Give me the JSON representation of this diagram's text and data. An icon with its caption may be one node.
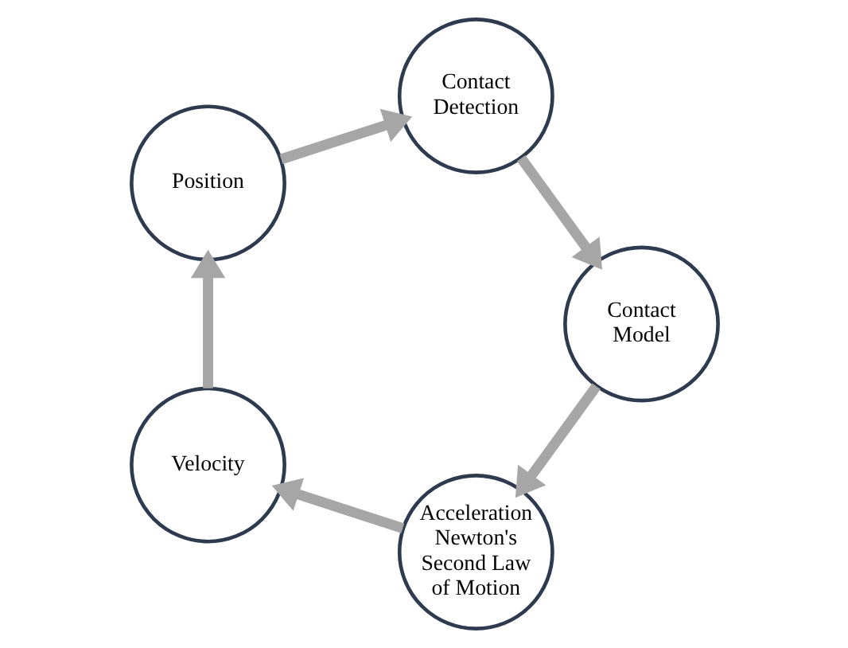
{
  "diagram": {
    "nodes": [
      {
        "text": [
          "Acceleration Newton's Second Law of Motion"
        ]
      },
      {
        "text": [
          "Contact Model"
        ]
      },
      {
        "text": [
          "Velocity"
        ]
      },
      {
        "text": [
          "Contact Detection"
        ]
      },
      {
        "text": [
          "Position"
        ]
      }
    ],
    "edges": [
      {
        "from": 0,
        "to": 2,
        "arrow": "to"
      },
      {
        "from": 2,
        "to": 4,
        "arrow": "to"
      },
      {
        "from": 4,
        "to": 3,
        "arrow": "to"
      },
      {
        "from": 3,
        "to": 1,
        "arrow": "to"
      },
      {
        "from": 1,
        "to": 0,
        "arrow": "to"
      }
    ]
  }
}
